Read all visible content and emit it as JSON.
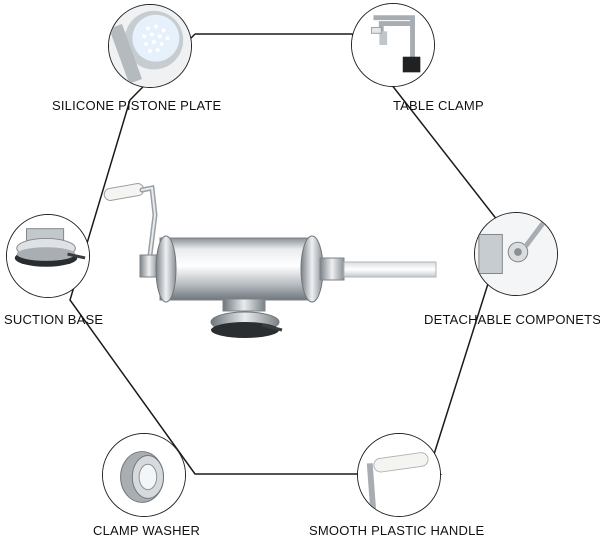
{
  "features": {
    "silicone_plate": "SILICONE PISTONE PLATE",
    "table_clamp": "TABLE CLAMP",
    "suction_base": "SUCTION BASE",
    "detachable": "DETACHABLE COMPONETS",
    "clamp_washer": "CLAMP WASHER",
    "plastic_handle": "SMOOTH PLASTIC HANDLE"
  },
  "colors": {
    "line": "#1a1a1a",
    "metal_light": "#e6e8ea",
    "metal_mid": "#b8bcc0",
    "metal_dark": "#7d8388",
    "handle_white": "#f5f5f2"
  },
  "icons": [
    "piston-plate-icon",
    "table-clamp-icon",
    "suction-base-icon",
    "detachable-components-icon",
    "clamp-washer-icon",
    "plastic-handle-icon"
  ]
}
